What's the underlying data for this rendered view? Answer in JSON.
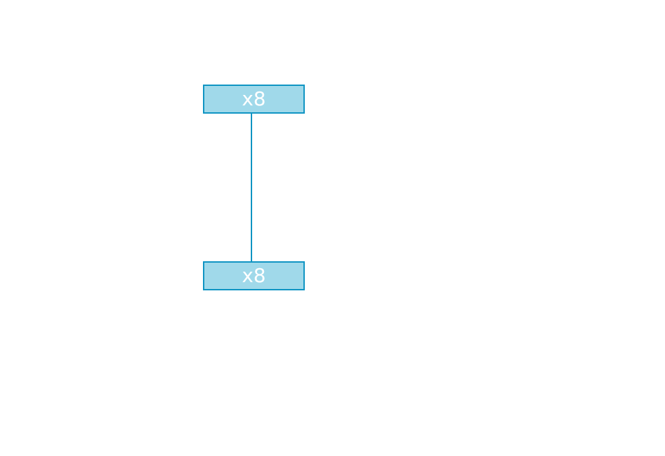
{
  "diagram": {
    "colors": {
      "node_fill": "#a0d9ea",
      "node_border": "#0f94c3",
      "node_text": "#ffffff",
      "connector": "#0f94c3"
    },
    "nodes": [
      {
        "id": "top",
        "label": "x8"
      },
      {
        "id": "bottom",
        "label": "x8"
      }
    ],
    "edges": [
      {
        "from": "top",
        "to": "bottom"
      }
    ]
  }
}
